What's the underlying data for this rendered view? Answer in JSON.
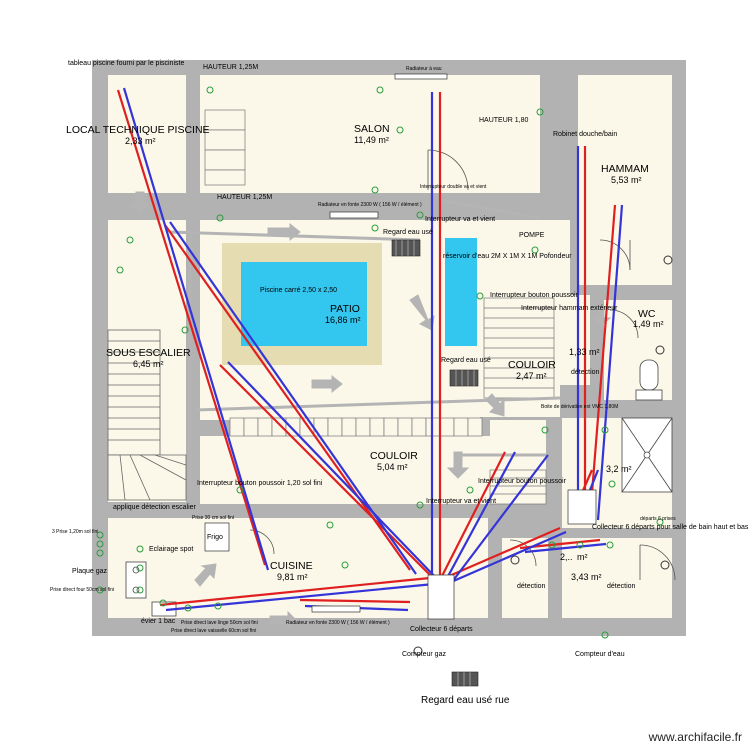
{
  "rooms": {
    "local_technique": {
      "name": "LOCAL TECHNIQUE PISCINE",
      "area": "2,33 m²"
    },
    "salon": {
      "name": "SALON",
      "area": "11,49 m²"
    },
    "hammam": {
      "name": "HAMMAM",
      "area": "5,53 m²"
    },
    "patio": {
      "name": "PATIO",
      "area": "16,86 m²"
    },
    "sous_escalier": {
      "name": "SOUS ESCALIER",
      "area": "6,45 m²"
    },
    "wc": {
      "name": "WC",
      "area": "1,49 m²"
    },
    "small_room": {
      "area": "1,33 m²"
    },
    "couloir_right": {
      "name": "COULOIR",
      "area": "2,47 m²"
    },
    "couloir_center": {
      "name": "COULOIR",
      "area": "5,04 m²"
    },
    "bathroom": {
      "area": "3,2 m²"
    },
    "cuisine": {
      "name": "CUISINE",
      "area": "9,81 m²"
    },
    "entry": {
      "area": "3,43 m²"
    },
    "entry_partial": "2,..",
    "entry_overlap": "m²"
  },
  "labels": {
    "tableau_piscine": "tableau piscine fourni par le pisciniste",
    "hauteur_top": "HAUTEUR 1,25M",
    "radiateur_top": "Radiateur à eau",
    "hauteur_180": "HAUTEUR 1,80",
    "robinet_douche": "Robinet douche/bain",
    "hauteur_bottom": "HAUTEUR 1,25M",
    "interrupteur_double": "Interrupteur  double va et vient",
    "radiateur_salon": "Radiateur en fonte 2300 W ( 156 W / élément )",
    "interrupteur_va_vient": "Interrupteur va et vient",
    "regard_eau_use_1": "Regard eau usé",
    "pompe": "POMPE",
    "reservoir": "réservoir d'eau 2M X 1M X 1M Pofondeur",
    "piscine": "Piscine carré 2,50 x 2,50",
    "interrupteur_bouton_1": "Interrupteur bouton poussoir",
    "interrupteur_hammam": "Interrupteur hammam extérieur",
    "detection_1": "détection",
    "regard_eau_use_2": "Regard eau usé",
    "boite_derivation": "Boite de dérivation ext VMC 1,80M",
    "interrupteur_bouton_120": "Interrupteur bouton poussoir 1,20 sol fini",
    "interrupteur_bouton_2": "Interrupteur bouton poussoir",
    "interrupteur_va_vient_2": "Interrupteur va et vient",
    "applique": "applique détection escalier",
    "prise_1_20": "3 Prise 1,20m sol fini",
    "frigo": "Frigo",
    "frigo_note": "Prise 30 cm sol fini",
    "eclairage": "Eclairage spot",
    "plaque_gaz": "Plaque gaz",
    "prise_direct_four": "Prise direct four 50cm sol fini",
    "evier": "évier 1 bac",
    "prise_lave_linge": "Prise direct lave linge 50cm sol fini",
    "prise_lave_vaisselle": "Prise direct lave vaisselle 60cm sol fini",
    "radiateur_cuisine": "Radiateur en fonte 2300 W ( 156 W / élément )",
    "collecteur_6": "Collecteur 6 départs",
    "collecteur_sdb": "Collecteur 6 départs pour salle de bain haut et bas",
    "collecteur_sdb_note": "départs 6 prises",
    "detection_2": "détection",
    "detection_3": "détection",
    "compteur_gaz": "Compteur gaz",
    "compteur_eau": "Compteur d'eau",
    "regard_rue": "Regard eau usé rue"
  },
  "watermark": "www.archifacile.fr",
  "colors": {
    "wall": "#b2b2b2",
    "floor": "#fbf8e9",
    "pool": "#33c6ee",
    "deck": "#e6dcb2",
    "pipe_red": "#e02020",
    "pipe_blue": "#3434d8",
    "arrow": "#b4b4b4",
    "outlet": "#2a9d3a"
  }
}
